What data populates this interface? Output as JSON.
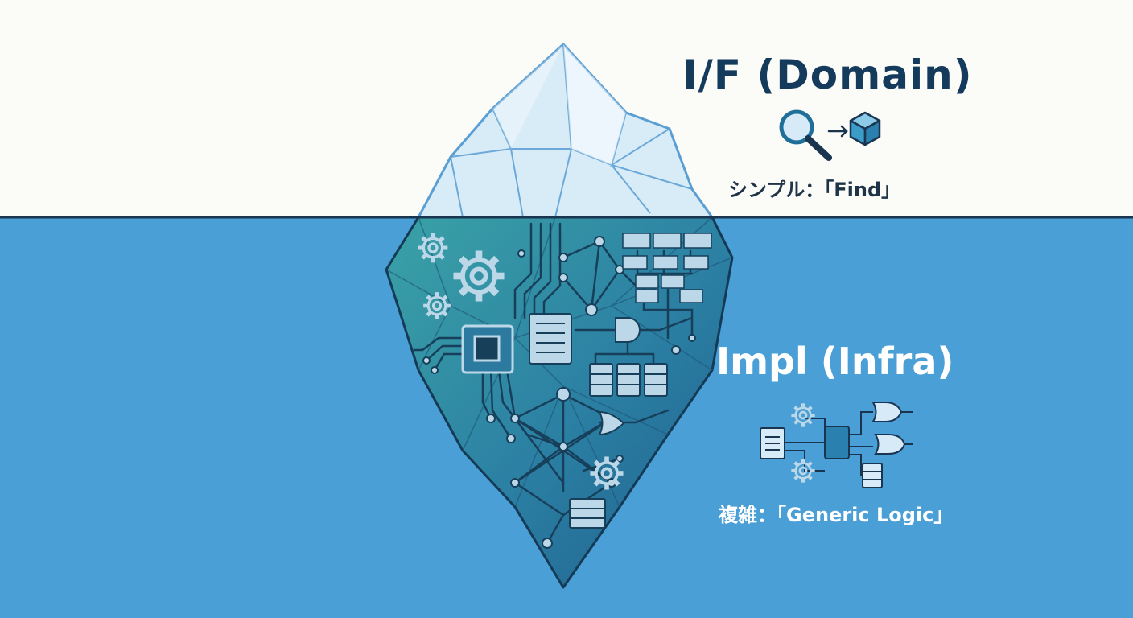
{
  "surface": {
    "title": "I/F (Domain)",
    "caption": "シンプル：「Find」",
    "icons": [
      "magnifier-icon",
      "arrow-icon",
      "cube-icon"
    ]
  },
  "depth": {
    "title": "Impl (Infra)",
    "caption": "複雑：「Generic Logic」",
    "icons": [
      "document-icon",
      "gear-icon",
      "chip-icon",
      "logic-gate-icon",
      "server-icon"
    ]
  },
  "colors": {
    "sky": "#fbfbf8",
    "water": "#4a9fd6",
    "waterline": "#1a3550",
    "ice_top": "#d6ebf7",
    "ice_edge": "#5a9ed3",
    "ice_under": "#2f8aa8",
    "circuit": "#173f5a",
    "title_dark": "#143a5c",
    "title_light": "#ffffff"
  }
}
